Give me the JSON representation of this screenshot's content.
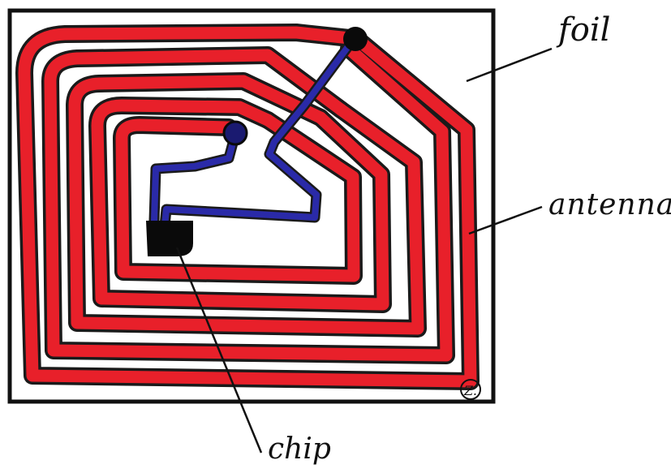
{
  "labels": {
    "foil": "foil",
    "antenna": "antenna",
    "chip": "chip",
    "signature": "Z."
  },
  "colors": {
    "antenna": "#e8202a",
    "antenna_outline": "#1a1a1a",
    "wire": "#2a2aa8",
    "chip": "#0a0a0a",
    "frame": "#111111"
  }
}
